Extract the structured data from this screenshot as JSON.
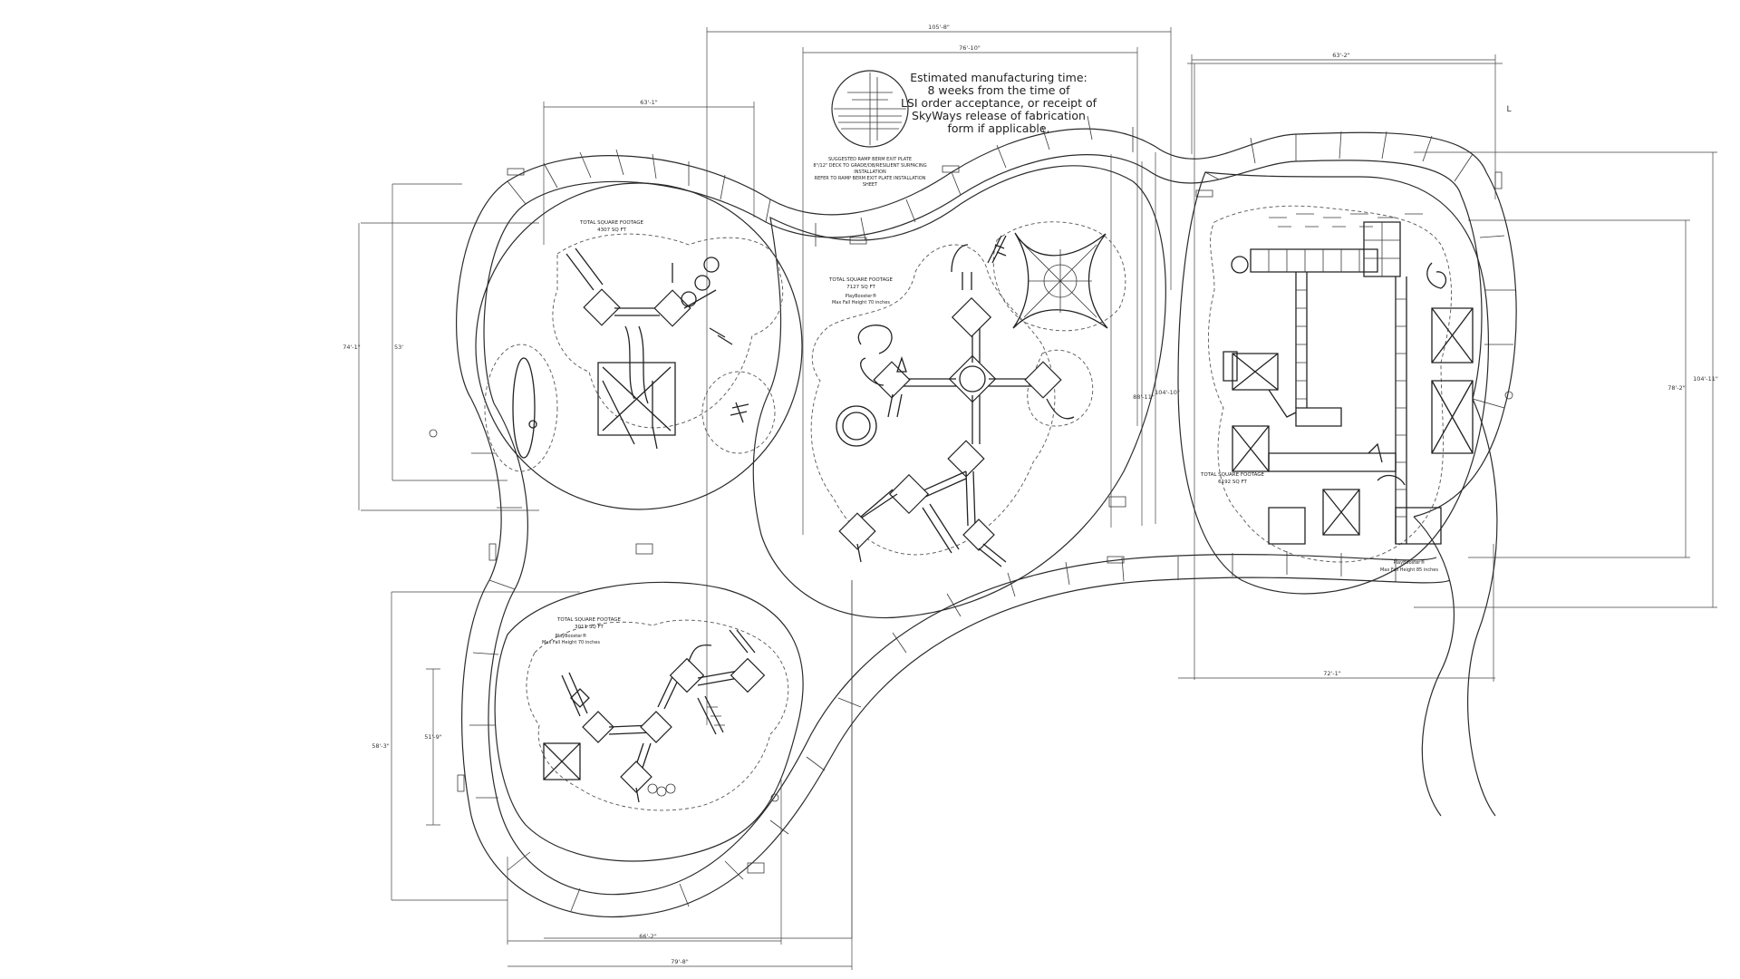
{
  "note": {
    "lines": [
      "Estimated manufacturing time:",
      "8  weeks from the time of",
      "LSI order acceptance, or receipt of",
      "SkyWays release of fabrication",
      "form if applicable."
    ]
  },
  "detail": {
    "lines": [
      "SUGGESTED RAMP BERM EXIT PLATE",
      "8\"/12\" DECK TO GRADE/DB/RESILIENT SURFACING",
      "INSTALLATION",
      "REFER TO RAMP BERM EXIT PLATE INSTALLATION",
      "SHEET"
    ]
  },
  "zones": {
    "top_left": {
      "title": "TOTAL SQUARE FOOTAGE",
      "sqft": "4307 SQ FT"
    },
    "center": {
      "title": "TOTAL SQUARE FOOTAGE",
      "sqft": "7127 SQ FT",
      "fall_1": "PlayBooster®",
      "fall_2": "Max Fall Height 70 inches"
    },
    "right": {
      "title": "TOTAL SQUARE FOOTAGE",
      "sqft": "6192 SQ FT",
      "fall_1": "PlayBooster®",
      "fall_2": "Max Fall Height 85 inches"
    },
    "bottom_left": {
      "title": "TOTAL SQUARE FOOTAGE",
      "sqft": "3011 SQ FT",
      "fall_1": "PlayBooster®",
      "fall_2": "Max Fall Height 70 inches"
    }
  },
  "dimensions": {
    "top_overall": "105'-8\"",
    "top_center": "76'-10\"",
    "top_left": "63'-1\"",
    "top_right": "63'-2\"",
    "left_outer": "74'-1\"",
    "left_inner": "53'",
    "center_right": "88'-11\"",
    "center_far": "104'-10\"",
    "right_inner": "78'-2\"",
    "right_outer": "104'-11\"",
    "right_bottom": "72'-1\"",
    "bl_outer": "58'-3\"",
    "bl_inner": "51'-9\"",
    "bottom_inner": "66'-2\"",
    "bottom_outer": "79'-8\""
  },
  "marker": "L"
}
